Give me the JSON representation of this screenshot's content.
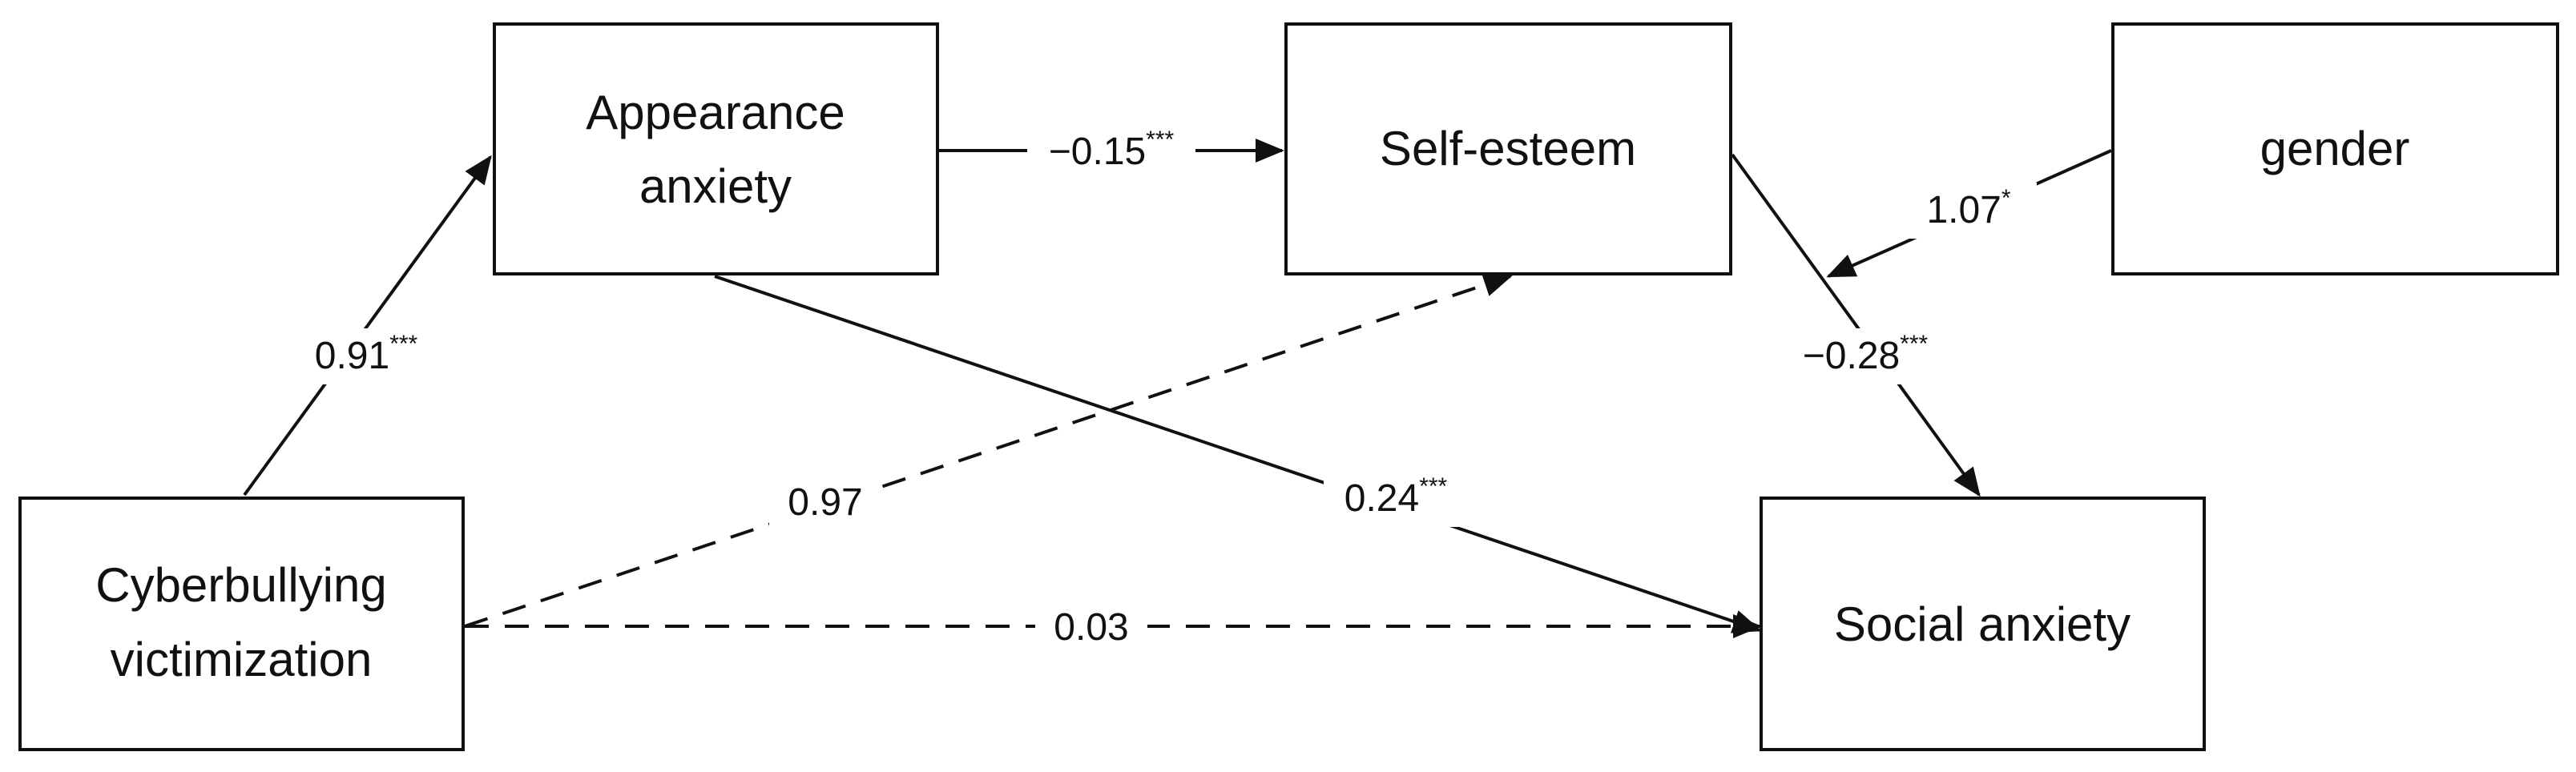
{
  "nodes": {
    "appearance_anxiety": {
      "lines": [
        "Appearance",
        "anxiety"
      ]
    },
    "self_esteem": {
      "lines": [
        "Self-esteem"
      ]
    },
    "gender": {
      "lines": [
        "gender"
      ]
    },
    "cyberbullying_victimization": {
      "lines": [
        "Cyberbullying",
        "victimization"
      ]
    },
    "social_anxiety": {
      "lines": [
        "Social anxiety"
      ]
    }
  },
  "edges": {
    "cyber_to_appearance": {
      "coef": "0.91",
      "sig": "***",
      "style": "solid"
    },
    "appearance_to_selfesteem": {
      "coef": "−0.15",
      "sig": "***",
      "style": "solid"
    },
    "gender_to_path": {
      "coef": "1.07",
      "sig": "*",
      "style": "solid"
    },
    "selfesteem_to_social": {
      "coef": "−0.28",
      "sig": "***",
      "style": "solid"
    },
    "appearance_to_social": {
      "coef": "0.24",
      "sig": "***",
      "style": "solid"
    },
    "cyber_to_selfesteem": {
      "coef": "0.97",
      "sig": "",
      "style": "dashed"
    },
    "cyber_to_social": {
      "coef": "0.03",
      "sig": "",
      "style": "dashed"
    }
  },
  "colors": {
    "stroke": "#111111",
    "background": "#ffffff"
  }
}
